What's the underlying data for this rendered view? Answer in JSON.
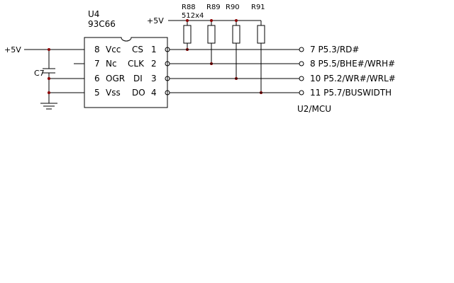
{
  "chip": {
    "ref": "U4",
    "part": "93C66",
    "pins": [
      {
        "num": "8",
        "name": "Vcc"
      },
      {
        "num": "7",
        "name": "Nc"
      },
      {
        "num": "6",
        "name": "OGR"
      },
      {
        "num": "5",
        "name": "Vss"
      }
    ],
    "right_pins": [
      {
        "name": "CS",
        "num": "1"
      },
      {
        "name": "CLK",
        "num": "2"
      },
      {
        "name": "DI",
        "num": "3"
      },
      {
        "name": "DO",
        "num": "4"
      }
    ]
  },
  "power": {
    "left": "+5V",
    "top": "+5V"
  },
  "capacitor": "C7",
  "resistors": {
    "refs": [
      "R88",
      "R89",
      "R90",
      "R91"
    ],
    "value": "512x4"
  },
  "mcu": {
    "ref": "U2/MCU",
    "pins": [
      "7 P5.3/RD#",
      "8 P5.5/BHE#/WRH#",
      "10 P5.2/WR#/WRL#",
      "11 P5.7/BUSWIDTH"
    ]
  }
}
